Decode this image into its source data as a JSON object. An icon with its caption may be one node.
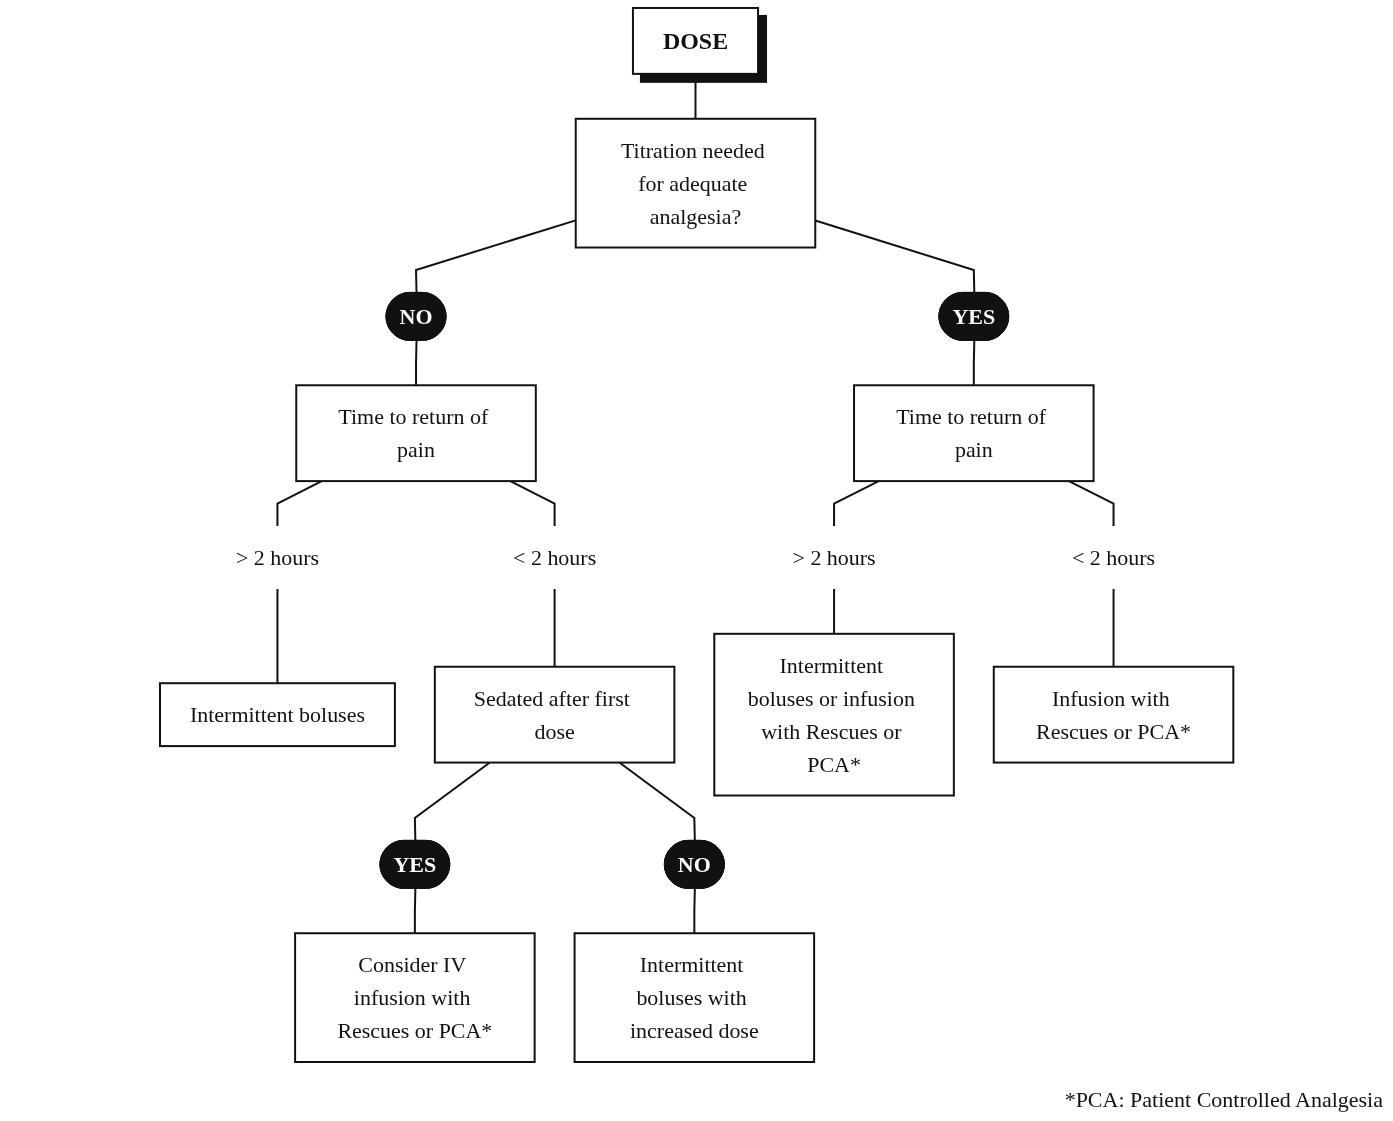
{
  "diagram": {
    "nodes": [
      {
        "text": [
          "DOSE"
        ]
      },
      {
        "text": [
          "Titration needed for adequate analgesia?"
        ]
      },
      {
        "text": [
          "NO"
        ]
      },
      {
        "text": [
          "Time to return of pain"
        ]
      },
      {
        "text": [
          "Time to return of pain"
        ]
      },
      {
        "text": [
          "YES"
        ]
      },
      {
        "text": [
          "> 2 hours"
        ]
      },
      {
        "text": [
          "< 2 hours"
        ]
      },
      {
        "text": [
          "> 2 hours"
        ]
      },
      {
        "text": [
          "< 2 hours"
        ]
      },
      {
        "text": [
          "Intermittent boluses"
        ]
      },
      {
        "text": [
          "Sedated after first dose"
        ]
      },
      {
        "text": [
          "Intermittent boluses or infusion with Rescues or PCA*"
        ]
      },
      {
        "text": [
          "Infusion with Rescues or PCA*"
        ]
      },
      {
        "text": [
          "YES"
        ]
      },
      {
        "text": [
          "NO"
        ]
      },
      {
        "text": [
          "Consider IV infusion with Rescues or PCA*"
        ]
      },
      {
        "text": [
          "Intermittent boluses with increased dose"
        ]
      }
    ],
    "edges": [
      {
        "from": 0,
        "to": 1,
        "arrow": "none"
      },
      {
        "from": 1,
        "to": 2,
        "arrow": "none"
      },
      {
        "from": 2,
        "to": 3,
        "arrow": "none"
      },
      {
        "from": 1,
        "to": 5,
        "arrow": "none"
      },
      {
        "from": 5,
        "to": 4,
        "arrow": "none"
      },
      {
        "from": 3,
        "to": 6,
        "arrow": "none"
      },
      {
        "from": 3,
        "to": 7,
        "arrow": "none"
      },
      {
        "from": 4,
        "to": 8,
        "arrow": "none"
      },
      {
        "from": 4,
        "to": 9,
        "arrow": "none"
      },
      {
        "from": 6,
        "to": 10,
        "arrow": "none"
      },
      {
        "from": 7,
        "to": 11,
        "arrow": "none"
      },
      {
        "from": 8,
        "to": 12,
        "arrow": "none"
      },
      {
        "from": 9,
        "to": 13,
        "arrow": "none"
      },
      {
        "from": 11,
        "to": 14,
        "arrow": "none"
      },
      {
        "from": 11,
        "to": 15,
        "arrow": "none"
      },
      {
        "from": 14,
        "to": 16,
        "arrow": "none"
      },
      {
        "from": 15,
        "to": 17,
        "arrow": "none"
      }
    ],
    "labels": [
      "*PCA: Patient Controlled Analgesia"
    ]
  }
}
